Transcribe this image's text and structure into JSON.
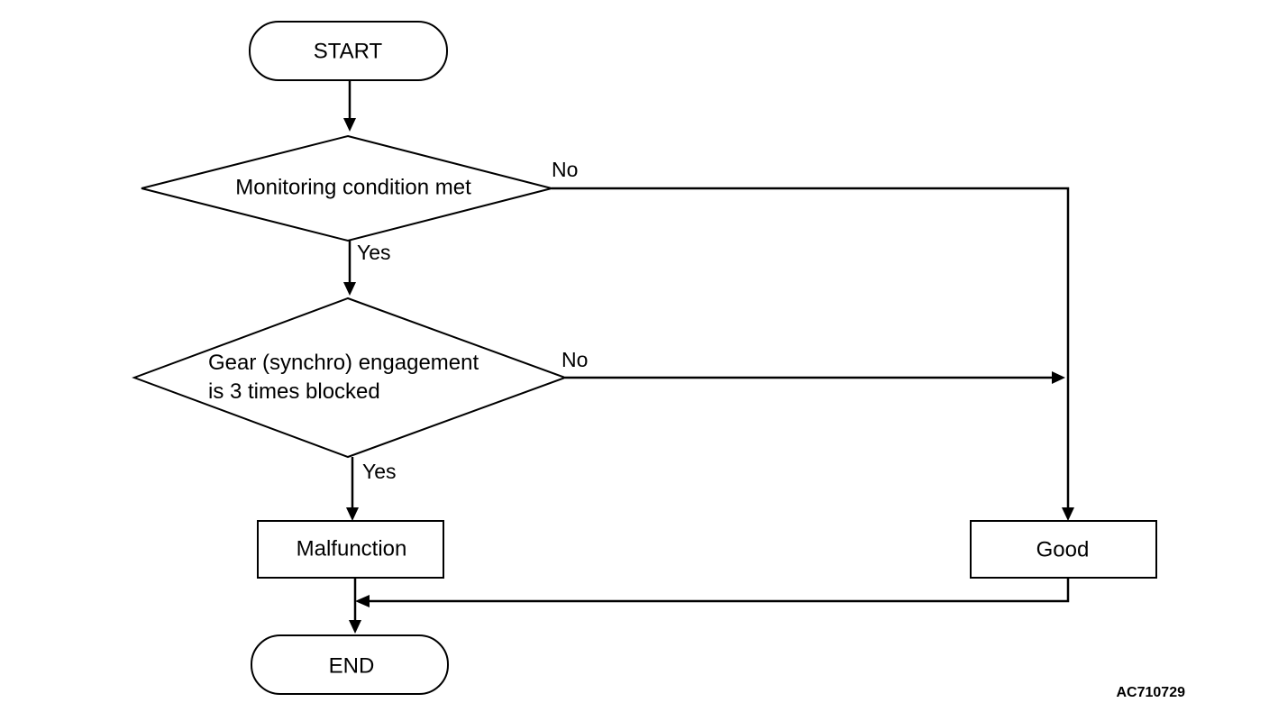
{
  "flowchart": {
    "start": "START",
    "decision_1": "Monitoring condition met",
    "decision_2": {
      "line_1": "Gear (synchro) engagement",
      "line_2": "is 3 times blocked"
    },
    "malfunction": "Malfunction",
    "good": "Good",
    "end": "END",
    "labels": {
      "decision_1_no": "No",
      "decision_1_yes": "Yes",
      "decision_2_no": "No",
      "decision_2_yes": "Yes"
    }
  },
  "reference_code": "AC710729",
  "colors": {
    "line": "#000000",
    "background": "#ffffff"
  }
}
